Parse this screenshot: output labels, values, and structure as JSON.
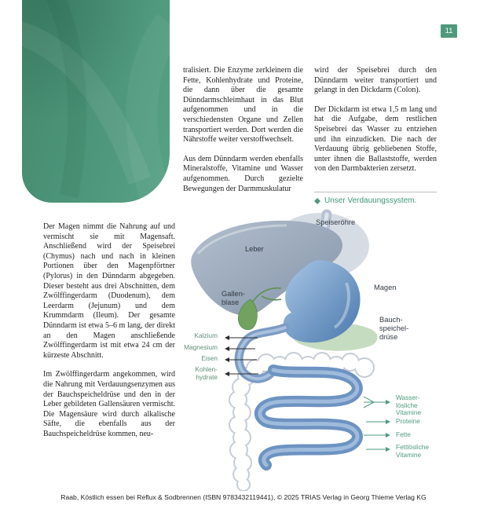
{
  "page": {
    "number": "11"
  },
  "colors": {
    "accent_green": "#4f9a7d",
    "label_green": "#4f9a7d",
    "stomach_blue": "#4a78ac",
    "liver_gray": "#8494a9",
    "gallbladder_green": "#6fa35e"
  },
  "columns": {
    "left": {
      "p1": "Der Magen nimmt die Nahrung auf und vermischt sie mit Magensaft. Anschließend wird der Speisebrei (Chymus) nach und nach in kleinen Portionen über den Magenpförtner (Pylorus) in den Dünndarm abgegeben. Dieser besteht aus drei Abschnitten, dem Zwölffingerdarm (Duodenum), dem Leerdarm (Jejunum) und dem Krummdarm (Ileum). Der gesamte Dünndarm ist etwa 5–6 m lang, der direkt an den Magen anschließende Zwölffingerdarm ist mit etwa 24 cm der kürzeste Abschnitt.",
      "p2": "Im Zwölffingerdarm angekommen, wird die Nahrung mit Verdauungsenzymen aus der Bauchspeicheldrüse und den in der Leber gebildeten Gallensäuren vermischt. Die Magensäure wird durch alkalische Säfte, die ebenfalls aus der Bauchspeicheldrüse kommen, neu-"
    },
    "middle": {
      "p1": "tralisiert. Die Enzyme zerkleinern die Fette, Kohlenhydrate und Proteine, die dann über die gesamte Dünndarmschleimhaut in das Blut aufgenommen und in die verschiedensten Organe und Zellen transportiert werden. Dort werden die Nährstoffe weiter verstoffwechselt.",
      "p2": "Aus dem Dünndarm werden ebenfalls Mineralstoffe, Vitamine und Wasser aufgenommen. Durch gezielte Bewegungen der Darmmuskulatur"
    },
    "right": {
      "p1": "wird der Speisebrei durch den Dünndarm weiter transportiert und gelangt in den Dickdarm (Colon).",
      "p2": "Der Dickdarm ist etwa 1,5 m lang und hat die Aufgabe, dem restlichen Speisebrei das Wasser zu entziehen und ihn einzudicken. Die nach der Verdauung übrig gebliebenen Stoffe, unter ihnen die Ballaststoffe, werden von den Darmbakterien zersetzt."
    }
  },
  "figure": {
    "caption": "Unser Verdauungssystem.",
    "organ_labels": {
      "esophagus": "Speiseröhre",
      "liver": "Leber",
      "stomach": "Magen",
      "gallbladder": "Gallen-\nblase",
      "pancreas": "Bauch-\nspeichel-\ndrüse"
    },
    "absorption_left": [
      "Kalzium",
      "Magnesium",
      "Eisen",
      "Kohlen-\nhydrate"
    ],
    "absorption_right": [
      "Wasser-\nlösliche\nVitamine",
      "Proteine",
      "Fette",
      "Fettlösliche\nVitamine"
    ]
  },
  "footer": {
    "text": "Raab, Köstlich essen bei Reflux & Sodbrennen (ISBN 9783432119441), © 2025 TRIAS Verlag in Georg Thieme Verlag KG"
  }
}
